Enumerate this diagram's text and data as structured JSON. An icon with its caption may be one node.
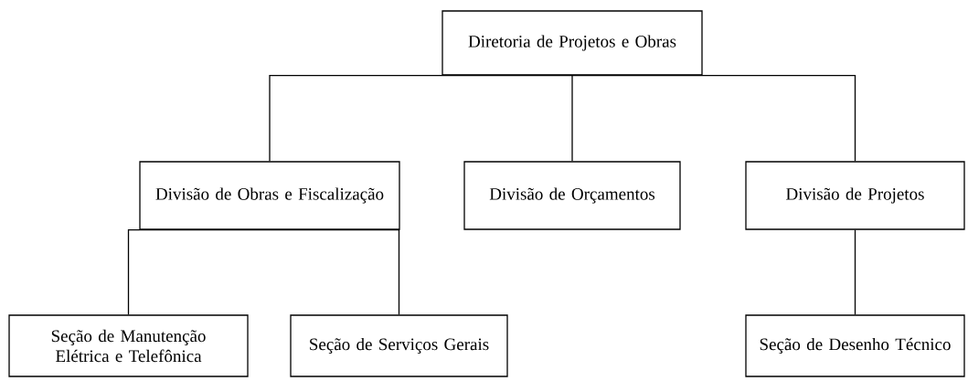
{
  "diagram": {
    "nodes": [
      {
        "text": [
          "Diretoria de Projetos e Obras"
        ]
      },
      {
        "text": [
          "Divisão de Obras e Fiscalização"
        ]
      },
      {
        "text": [
          "Divisão de Orçamentos"
        ]
      },
      {
        "text": [
          "Divisão de Projetos"
        ]
      },
      {
        "text": [
          "Seção de Manutenção Elétrica e Telefônica"
        ]
      },
      {
        "text": [
          "Seção de Serviços Gerais"
        ]
      },
      {
        "text": [
          "Seção de Desenho Técnico"
        ]
      }
    ],
    "edges": [
      {
        "from": 0,
        "to": 1,
        "arrow": "none"
      },
      {
        "from": 0,
        "to": 2,
        "arrow": "none"
      },
      {
        "from": 0,
        "to": 3,
        "arrow": "none"
      },
      {
        "from": 1,
        "to": 4,
        "arrow": "none"
      },
      {
        "from": 1,
        "to": 5,
        "arrow": "none"
      },
      {
        "from": 3,
        "to": 6,
        "arrow": "none"
      }
    ]
  }
}
